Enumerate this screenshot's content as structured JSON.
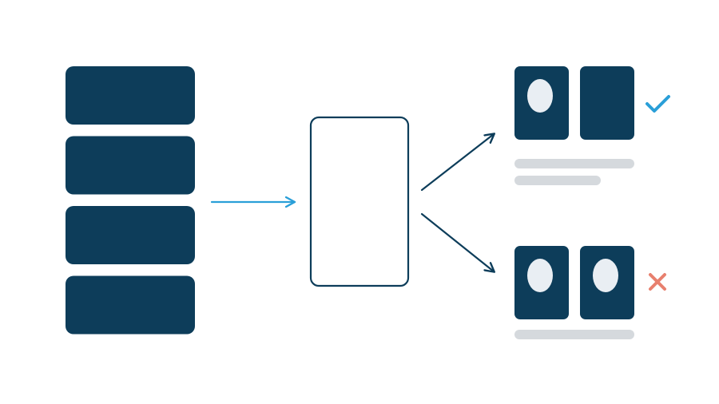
{
  "colors": {
    "background": "#ffffff",
    "primary_dark": "#0d3d5a",
    "accent_blue": "#2a9fd8",
    "placeholder_gray": "#d5d9dd",
    "face_light": "#e9eef3",
    "frame_stroke": "#0d3d5a",
    "reject_red": "#e8806e",
    "accept_blue": "#2a9fd8"
  },
  "icons": {
    "stack": "database-stack-icon",
    "processor": "blank-frame-icon",
    "accept": "check-icon",
    "reject": "cross-icon"
  },
  "stack": {
    "block_count": 4
  },
  "outputs": [
    {
      "name": "top-output",
      "status": "accepted",
      "cards": [
        {
          "has_face": true
        },
        {
          "has_face": false
        }
      ],
      "caption_lines": 2
    },
    {
      "name": "bottom-output",
      "status": "rejected",
      "cards": [
        {
          "has_face": true
        },
        {
          "has_face": true
        }
      ],
      "caption_lines": 1
    }
  ]
}
